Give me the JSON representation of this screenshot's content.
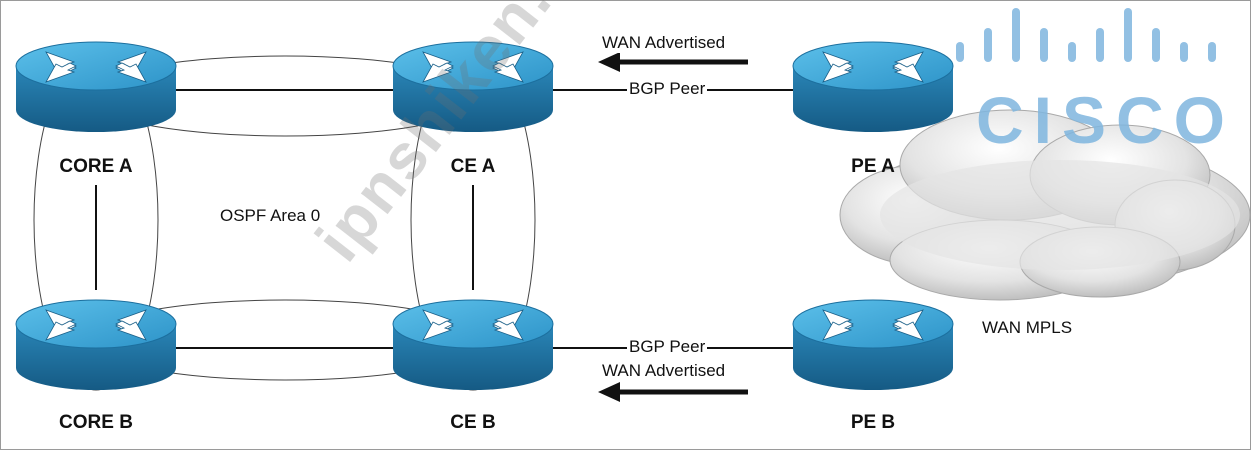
{
  "diagram": {
    "routers": {
      "core_a": {
        "label": "CORE A"
      },
      "ce_a": {
        "label": "CE A"
      },
      "pe_a": {
        "label": "PE A"
      },
      "core_b": {
        "label": "CORE B"
      },
      "ce_b": {
        "label": "CE B"
      },
      "pe_b": {
        "label": "PE B"
      }
    },
    "ospf_label": "OSPF Area 0",
    "wan_label": "WAN MPLS",
    "top_link": {
      "bgp_label": "BGP Peer",
      "advertised_label": "WAN Advertised"
    },
    "bottom_link": {
      "bgp_label": "BGP Peer",
      "advertised_label": "WAN Advertised"
    },
    "logo_text": "CISCO",
    "watermark": "ipnshiken.com"
  },
  "colors": {
    "router_top": "#3aa5d6",
    "router_side": "#1c6f9e",
    "logo": "#7fb6df",
    "cloud": "#d8d8d8"
  }
}
